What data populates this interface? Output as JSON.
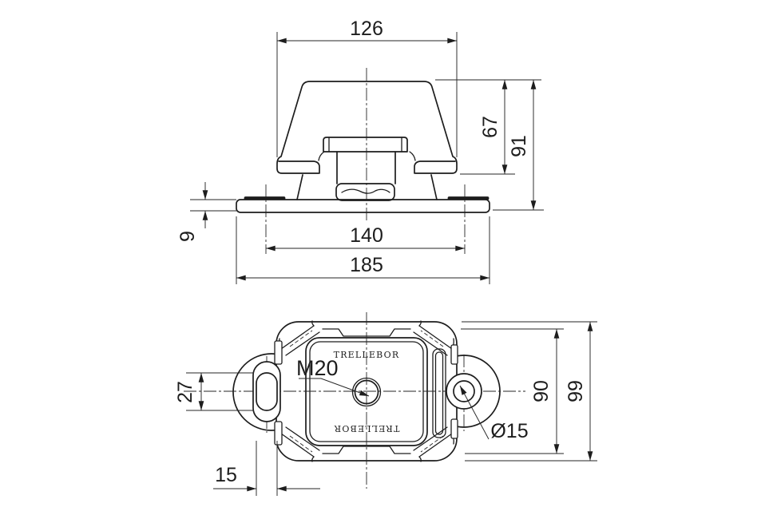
{
  "meta": {
    "type": "technical-drawing",
    "background_color": "#ffffff",
    "line_color": "#1d1d1d"
  },
  "side_view": {
    "name": "side-elevation",
    "dims": {
      "top_width": "126",
      "element_height": "67",
      "total_height": "91",
      "plate_thickness": "9",
      "hole_spacing": "140",
      "base_length": "185"
    }
  },
  "plan_view": {
    "name": "plan-view",
    "brand_top": "TRELLEBOR",
    "brand_bottom": "TRELLEBOR",
    "thread_label": "M20",
    "hole_label": "Ø15",
    "dims": {
      "slot_length": "27",
      "slot_width": "15",
      "body_width": "90",
      "overall_width": "99"
    }
  }
}
